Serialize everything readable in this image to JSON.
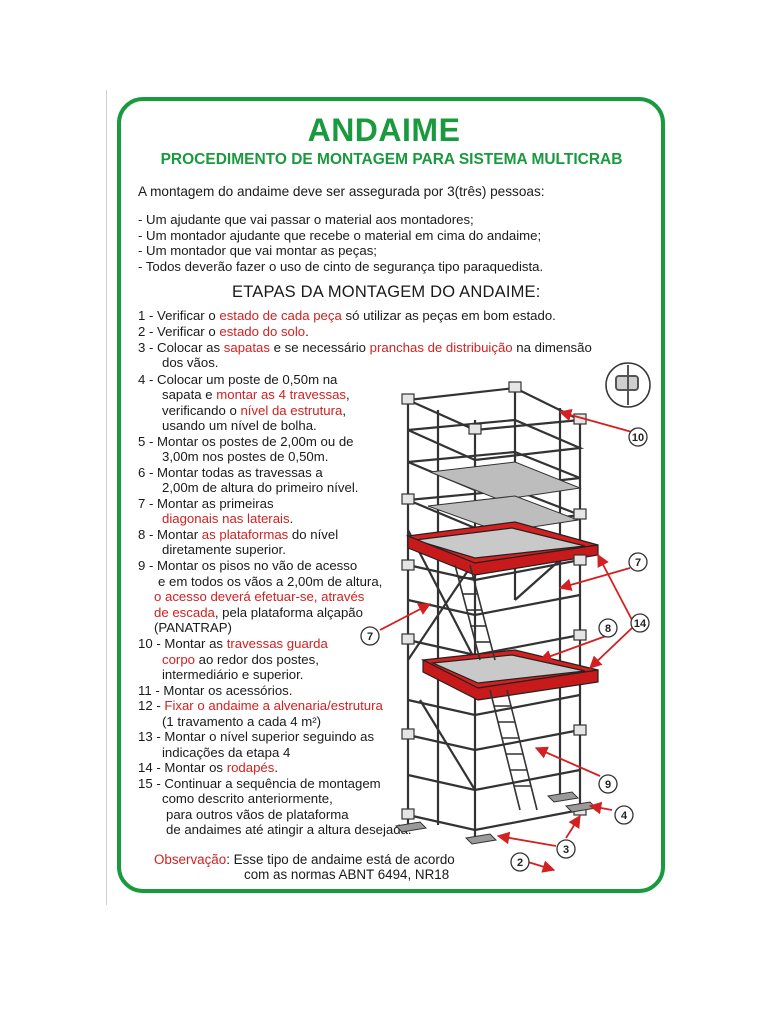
{
  "title": "ANDAIME",
  "subtitle": "PROCEDIMENTO DE MONTAGEM PARA SISTEMA MULTICRAB",
  "intro": "A montagem do andaime deve ser assegurada por 3(três) pessoas:",
  "people": [
    "- Um ajudante que vai passar o material aos montadores;",
    "- Um montador ajudante que recebe o material em cima do andaime;",
    "- Um montador que vai montar as peças;",
    "- Todos deverão fazer o uso de cinto de segurança tipo paraquedista."
  ],
  "etapas_title": "ETAPAS DA MONTAGEM DO ANDAIME:",
  "steps": {
    "s1": {
      "a": "1 - Verificar o ",
      "b": "estado de cada peça",
      "c": " só utilizar as peças em bom estado."
    },
    "s2": {
      "a": "2 - Verificar o ",
      "b": "estado do solo",
      "c": "."
    },
    "s3": {
      "a": "3 - Colocar as ",
      "b": "sapatas",
      "c": " e se necessário ",
      "d": "pranchas de distribuição",
      "e": " na dimensão",
      "f": "dos vãos."
    },
    "s4": {
      "a": "4 - Colocar um poste de 0,50m na",
      "b": "sapata e ",
      "c": "montar as 4 travessas",
      "d": ",",
      "e": "verificando o ",
      "f": "nível da estrutura",
      "g": ",",
      "h": "usando um nível de bolha."
    },
    "s5": {
      "a": "5 - Montar os postes de 2,00m ou de",
      "b": "3,00m nos postes de 0,50m."
    },
    "s6": {
      "a": "6 - Montar todas as travessas a",
      "b": "2,00m de altura do primeiro nível."
    },
    "s7": {
      "a": "7 - Montar as primeiras",
      "b": "diagonais nas laterais",
      "c": "."
    },
    "s8": {
      "a": "8 - Montar ",
      "b": "as plataformas",
      "c": " do nível",
      "d": "diretamente superior."
    },
    "s9": {
      "a": "9 - Montar os pisos no vão de acesso",
      "b": "e em todos os vãos a 2,00m de altura,",
      "c": "o acesso deverá efetuar-se, através",
      "d": "de escada",
      "e": ", pela plataforma alçapão",
      "f": "(PANATRAP)"
    },
    "s10": {
      "a": "10 - Montar as ",
      "b": "travessas guarda",
      "c": "corpo",
      "d": " ao redor dos postes,",
      "e": "intermediário e superior."
    },
    "s11": {
      "a": "11 - Montar os acessórios."
    },
    "s12": {
      "a": "12 - ",
      "b": "Fixar o andaime a alvenaria/estrutura",
      "c": "(1 travamento a cada 4 m²)"
    },
    "s13": {
      "a": "13 - Montar o nível superior seguindo as",
      "b": "indicações da etapa 4"
    },
    "s14": {
      "a": "14 - Montar os ",
      "b": "rodapés",
      "c": "."
    },
    "s15": {
      "a": "15 - Continuar a sequência de montagem",
      "b": "como descrito anteriormente,",
      "c": "para outros vãos de plataforma",
      "d": "de andaimes até atingir a altura desejada."
    }
  },
  "observacao": {
    "label": "Observação",
    "text": ": Esse tipo de andaime está de acordo",
    "line2": "com as normas ABNT 6494, NR18"
  },
  "callouts": [
    "10",
    "7",
    "14",
    "8",
    "7",
    "9",
    "4",
    "3",
    "2"
  ],
  "colors": {
    "green": "#1a9a3f",
    "red": "#d32020"
  }
}
